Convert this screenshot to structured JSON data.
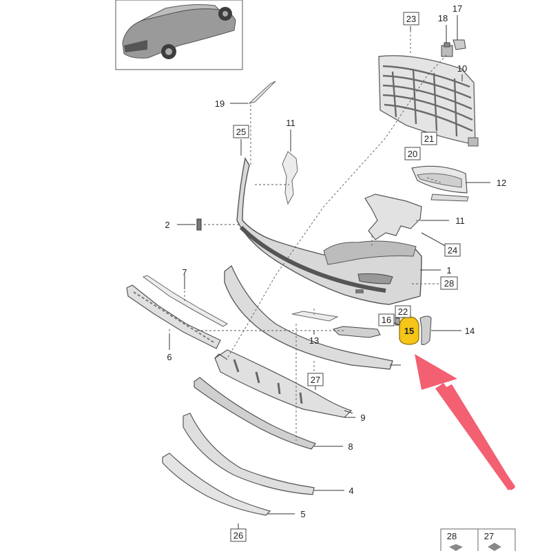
{
  "labels": {
    "p1": "1",
    "p2": "2",
    "p4": "4",
    "p5": "5",
    "p6": "6",
    "p7": "7",
    "p8": "8",
    "p9": "9",
    "p10": "10",
    "p11a": "11",
    "p11b": "11",
    "p12": "12",
    "p13": "13",
    "p14": "14",
    "p15": "15",
    "p16": "16",
    "p17": "17",
    "p18": "18",
    "p19": "19",
    "p20": "20",
    "p21": "21",
    "p22": "22",
    "p23": "23",
    "p24": "24",
    "p25": "25",
    "p26": "26",
    "p27": "27",
    "p27b": "27",
    "p28": "28",
    "p28b": "28"
  },
  "highlight": {
    "part": "15",
    "fill_color": "#f5c518",
    "arrow_color": "#f26071"
  },
  "colors": {
    "line": "#333333",
    "part_fill": "#d6d6d6"
  }
}
